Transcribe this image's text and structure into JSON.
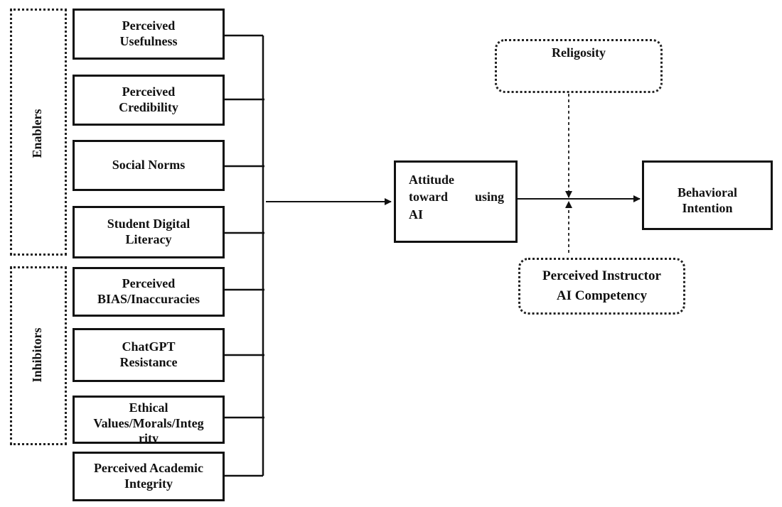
{
  "groups": {
    "enablers": "Enablers",
    "inhibitors": "Inhibitors"
  },
  "factors": {
    "perceived_usefulness": [
      "Perceived",
      "Usefulness"
    ],
    "perceived_credibility": [
      "Perceived",
      "Credibility"
    ],
    "social_norms": "Social Norms",
    "student_digital_literacy": [
      "Student Digital",
      "Literacy"
    ],
    "perceived_bias": [
      "Perceived",
      "BIAS/Inaccuracies"
    ],
    "chatgpt_resistance": [
      "ChatGPT",
      "Resistance"
    ],
    "ethical_values": [
      "Ethical",
      "Values/Morals/Integ",
      "rity"
    ],
    "academic_integrity": [
      "Perceived Academic",
      "Integrity"
    ]
  },
  "attitude": {
    "line1": "Attitude",
    "line2_a": "toward",
    "line2_b": "using",
    "line3": "AI"
  },
  "behavioral_intention": [
    "Behavioral",
    "Intention"
  ],
  "moderators": {
    "religiosity": "Religosity",
    "instructor_competency": [
      "Perceived Instructor",
      "AI Competency"
    ]
  }
}
